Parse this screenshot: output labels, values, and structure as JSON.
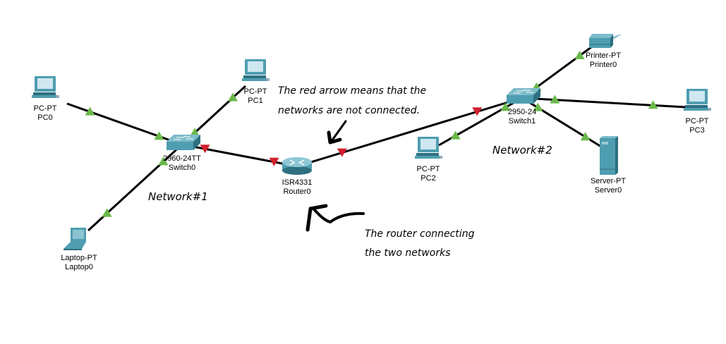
{
  "colors": {
    "link_up": "#6ab84a",
    "link_down": "#d0202e",
    "device_fill": "#4f9db0",
    "device_dark": "#2e6f80",
    "device_light": "#cfe7f0",
    "cable": "#000000"
  },
  "devices": [
    {
      "id": "PC0",
      "type": "pc",
      "model": "PC-PT",
      "name": "PC0"
    },
    {
      "id": "PC1",
      "type": "pc",
      "model": "PC-PT",
      "name": "PC1"
    },
    {
      "id": "Switch0",
      "type": "switch",
      "model": "2960-24TT",
      "name": "Switch0"
    },
    {
      "id": "Laptop0",
      "type": "laptop",
      "model": "Laptop-PT",
      "name": "Laptop0"
    },
    {
      "id": "Router0",
      "type": "router",
      "model": "ISR4331",
      "name": "Router0"
    },
    {
      "id": "PC2",
      "type": "pc",
      "model": "PC-PT",
      "name": "PC2"
    },
    {
      "id": "Switch1",
      "type": "switch",
      "model": "2950-24",
      "name": "Switch1"
    },
    {
      "id": "Printer0",
      "type": "printer",
      "model": "Printer-PT",
      "name": "Printer0"
    },
    {
      "id": "PC3",
      "type": "pc",
      "model": "PC-PT",
      "name": "PC3"
    },
    {
      "id": "Server0",
      "type": "server",
      "model": "Server-PT",
      "name": "Server0"
    }
  ],
  "links": [
    {
      "from": "PC0",
      "to": "Switch0",
      "from_status": "up",
      "to_status": "up"
    },
    {
      "from": "PC1",
      "to": "Switch0",
      "from_status": "up",
      "to_status": "up"
    },
    {
      "from": "Laptop0",
      "to": "Switch0",
      "from_status": "up",
      "to_status": "up"
    },
    {
      "from": "Switch0",
      "to": "Router0",
      "from_status": "down",
      "to_status": "down"
    },
    {
      "from": "Router0",
      "to": "Switch1",
      "from_status": "down",
      "to_status": "down"
    },
    {
      "from": "PC2",
      "to": "Switch1",
      "from_status": "up",
      "to_status": "up"
    },
    {
      "from": "Printer0",
      "to": "Switch1",
      "from_status": "up",
      "to_status": "up"
    },
    {
      "from": "PC3",
      "to": "Switch1",
      "from_status": "up",
      "to_status": "up"
    },
    {
      "from": "Server0",
      "to": "Switch1",
      "from_status": "up",
      "to_status": "up"
    }
  ],
  "annotations": {
    "network1": "Network#1",
    "network2": "Network#2",
    "red_arrow_note_line1": "The red arrow means that the",
    "red_arrow_note_line2": "networks are not connected.",
    "router_note_line1": "The router connecting",
    "router_note_line2": "the two networks"
  }
}
